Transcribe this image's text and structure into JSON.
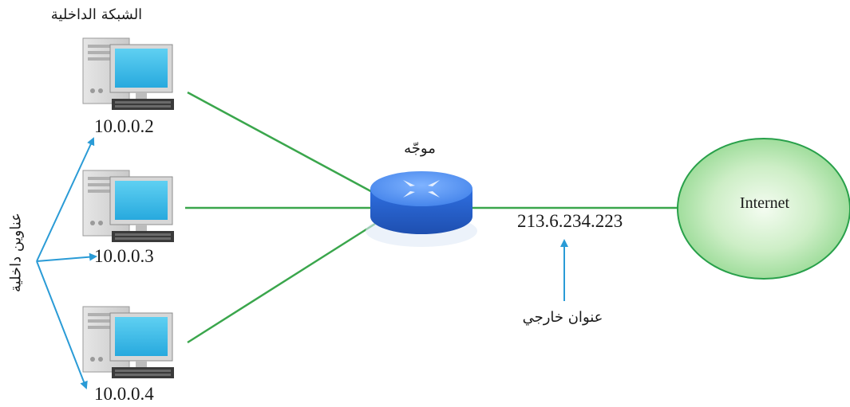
{
  "network_title": "الشبكة الداخلية",
  "internal_addresses_label": "عناوين داخلية",
  "router_label": "موجّه",
  "external_address_label": "عنوان خارجي",
  "external_ip": "213.6.234.223",
  "internet_label": "Internet",
  "computers": [
    {
      "ip": "10.0.0.2"
    },
    {
      "ip": "10.0.0.3"
    },
    {
      "ip": "10.0.0.4"
    }
  ],
  "colors": {
    "link": "#3aa64c",
    "arrow": "#2a9bd6",
    "router": "#2f6fe0",
    "internet_fill": "#a9e3a6",
    "internet_stroke": "#28a04a"
  },
  "icons": [
    "desktop-computer-icon",
    "router-icon",
    "internet-cloud-icon"
  ]
}
